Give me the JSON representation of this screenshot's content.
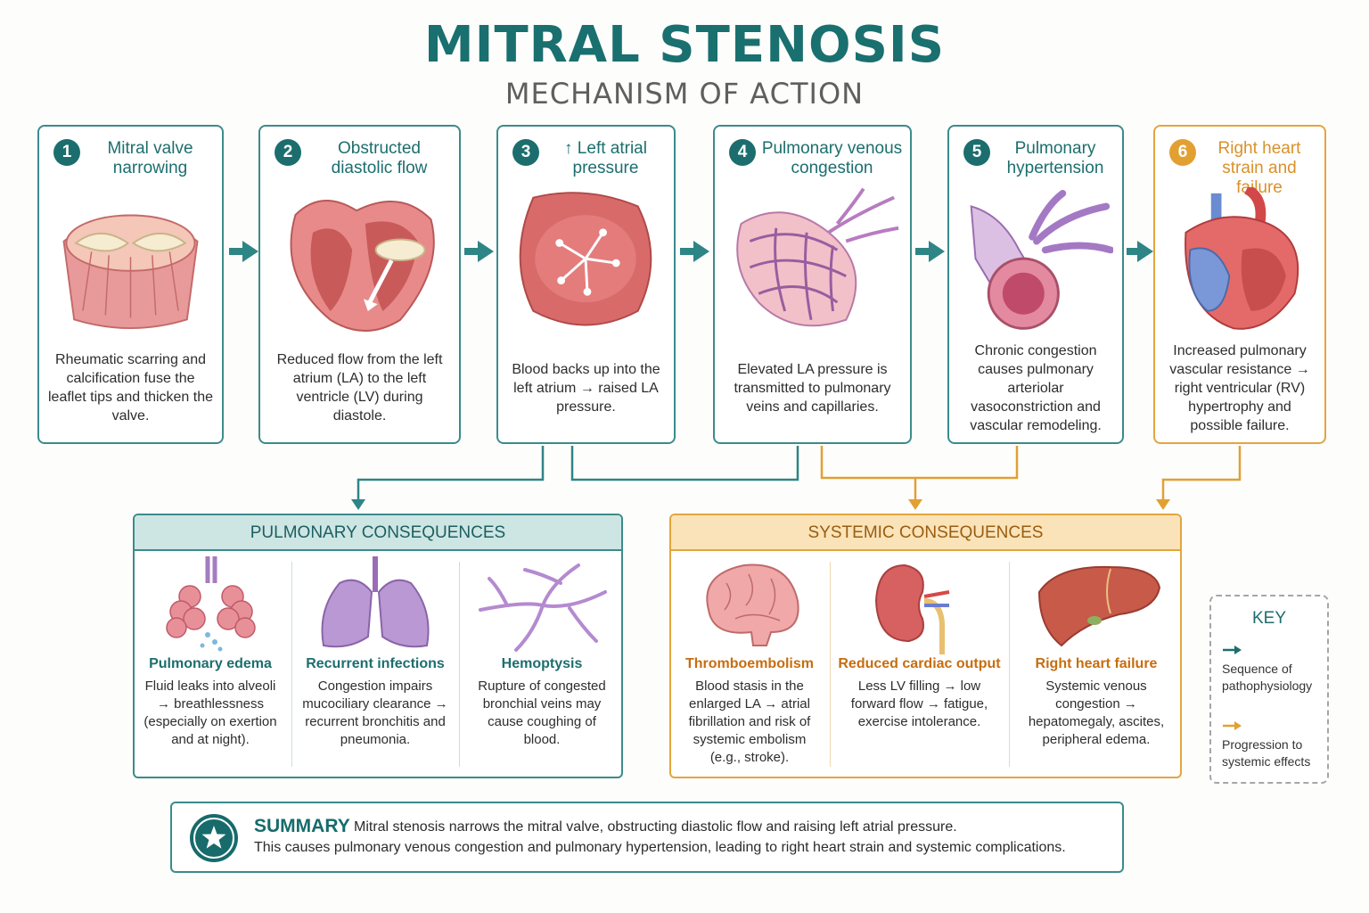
{
  "title": "MITRAL STENOSIS",
  "subtitle": "MECHANISM OF ACTION",
  "steps": [
    {
      "num": "1",
      "title": "Mitral valve narrowing",
      "desc": "Rheumatic scarring and calcification fuse the leaflet tips and thicken the valve.",
      "icon": "stenotic-valve-icon"
    },
    {
      "num": "2",
      "title": "Obstructed diastolic flow",
      "desc": "Reduced flow from the left atrium (LA) to the left ventricle (LV) during diastole.",
      "icon": "heart-cross-section-icon"
    },
    {
      "num": "3",
      "title": "↑ Left atrial pressure",
      "desc": "Blood backs up into the left atrium → raised LA pressure.",
      "icon": "dilated-atrium-icon"
    },
    {
      "num": "4",
      "title": "Pulmonary venous congestion",
      "desc": "Elevated LA pressure is transmitted to pulmonary veins and capillaries.",
      "icon": "congested-capillaries-icon"
    },
    {
      "num": "5",
      "title": "Pulmonary hypertension",
      "desc": "Chronic congestion causes pulmonary arteriolar vasoconstriction and vascular remodeling.",
      "icon": "thickened-arteriole-icon"
    },
    {
      "num": "6",
      "title": "Right heart strain and failure",
      "desc": "Increased pulmonary vascular resistance → right ventricular (RV) hypertrophy and possible failure.",
      "icon": "enlarged-heart-icon"
    }
  ],
  "pulmonary": {
    "heading": "PULMONARY CONSEQUENCES",
    "items": [
      {
        "title": "Pulmonary edema",
        "desc": "Fluid leaks into alveoli → breathlessness (especially on exertion and at night).",
        "icon": "alveoli-icon"
      },
      {
        "title": "Recurrent infections",
        "desc": "Congestion impairs mucociliary clearance → recurrent bronchitis and pneumonia.",
        "icon": "lungs-icon"
      },
      {
        "title": "Hemoptysis",
        "desc": "Rupture of congested bronchial veins may cause coughing of blood.",
        "icon": "bronchial-veins-icon"
      }
    ]
  },
  "systemic": {
    "heading": "SYSTEMIC CONSEQUENCES",
    "items": [
      {
        "title": "Thromboembolism",
        "desc": "Blood stasis in the enlarged LA → atrial fibrillation and risk of systemic embolism (e.g., stroke).",
        "icon": "brain-icon"
      },
      {
        "title": "Reduced cardiac output",
        "desc": "Less LV filling → low forward flow → fatigue, exercise intolerance.",
        "icon": "kidney-icon"
      },
      {
        "title": "Right heart failure",
        "desc": "Systemic venous congestion → hepatomegaly, ascites, peripheral edema.",
        "icon": "liver-icon"
      }
    ]
  },
  "key": {
    "title": "KEY",
    "teal_label": "Sequence of pathophysiology",
    "orange_label": "Progression to systemic effects"
  },
  "summary": {
    "label": "SUMMARY",
    "line1": "Mitral stenosis narrows the mitral valve, obstructing diastolic flow and raising left atrial pressure.",
    "line2": "This causes pulmonary venous congestion and pulmonary hypertension, leading to right heart strain and systemic complications."
  },
  "colors": {
    "teal": "#1c6e6e",
    "orange": "#e2a032"
  }
}
